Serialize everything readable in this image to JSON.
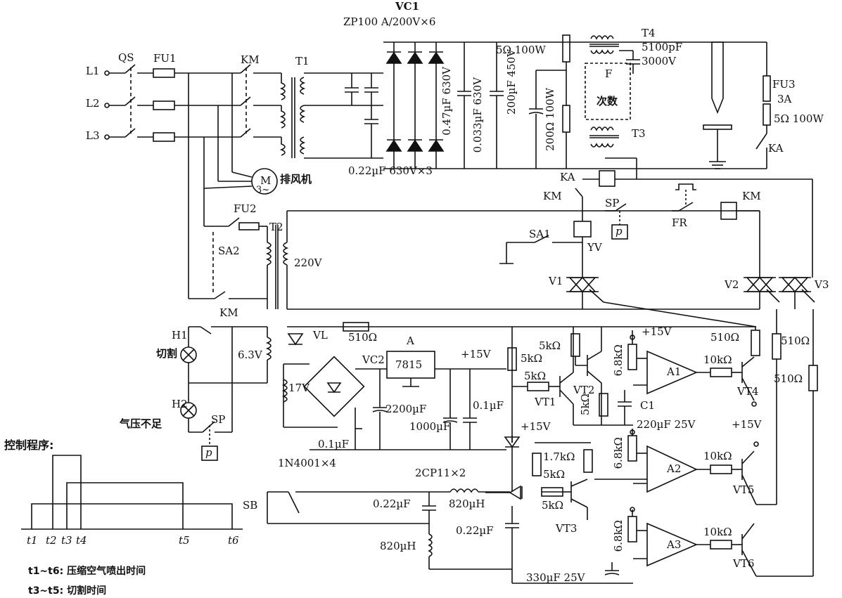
{
  "labels": {
    "L1": "L1",
    "L2": "L2",
    "L3": "L3",
    "QS": "QS",
    "FU1": "FU1",
    "KM_main": "KM",
    "T1": "T1",
    "VC1": "VC1",
    "VC1_spec": "ZP100 A/200V×6",
    "cap_022": "0.22µF 630V×3",
    "cap_047": "0.47µF 630V",
    "cap_0033": "0.033µF 630V",
    "cap_200": "200µF 450V",
    "res_5_100": "5Ω 100W",
    "res_200_100": "200Ω 100W",
    "T4": "T4",
    "cap_5100": "5100pF",
    "cap_3000": "3000V",
    "F": "F",
    "cishu": "次数",
    "T3": "T3",
    "FU3": "FU3",
    "FU3_amp": "3A",
    "res_5_100b": "5Ω 100W",
    "KA": "KA",
    "KA_coil": "KA",
    "KM_ctrl": "KM",
    "motor": "M",
    "motor_sub": "3~",
    "fan": "排风机",
    "FU2": "FU2",
    "T2": "T2",
    "SA2": "SA2",
    "v220": "220V",
    "KM_aux": "KM",
    "H1": "H1",
    "qiege": "切割",
    "v63": "6.3V",
    "H2": "H2",
    "qiya": "气压不足",
    "SP": "SP",
    "SP_p": "p",
    "SP2": "SP",
    "SP2_p": "p",
    "FR": "FR",
    "KM_coil2": "KM",
    "SA1": "SA1",
    "YV": "YV",
    "V1": "V1",
    "V2": "V2",
    "V3": "V3",
    "VL": "VL",
    "r510": "510Ω",
    "VC2": "VC2",
    "A": "A",
    "reg": "7815",
    "p15": "+15V",
    "v17": "17V",
    "c2200": "2200µF",
    "c1000": "1000µF",
    "c01a": "0.1µF",
    "c01b": "0.1µF",
    "diodes": "1N4001×4",
    "r5k_a": "5kΩ",
    "r5k_b": "5kΩ",
    "r5k_c": "5kΩ",
    "VT1": "VT1",
    "VT2": "VT2",
    "r5k_d": "5kΩ",
    "r68_1": "6.8kΩ",
    "p15_1": "+15V",
    "A1": "A1",
    "C1": "C1",
    "c220": "220µF 25V",
    "r510_1": "510Ω",
    "r10k_1": "10kΩ",
    "VT4": "VT4",
    "r510_2": "510Ω",
    "r510_3": "510Ω",
    "p15_b": "+15V",
    "p15_c": "+15V",
    "r17k": "1.7kΩ",
    "r5k_e": "5kΩ",
    "r5k_f": "5kΩ",
    "VT3": "VT3",
    "r68_2": "6.8kΩ",
    "A2": "A2",
    "r10k_2": "10kΩ",
    "VT5": "VT5",
    "zener": "2CP11×2",
    "L820a": "820µH",
    "c022a": "0.22µF",
    "c022b": "0.22µF",
    "L820b": "820µH",
    "SB": "SB",
    "r68_3": "6.8kΩ",
    "A3": "A3",
    "r10k_3": "10kΩ",
    "VT6": "VT6",
    "c330": "330µF 25V"
  },
  "timing": {
    "title": "控制程序:",
    "ticks": [
      "t1",
      "t2",
      "t3",
      "t4",
      "t5",
      "t6"
    ],
    "note1": "t1~t6: 压缩空气喷出时间",
    "note2": "t3~t5: 切割时间"
  }
}
